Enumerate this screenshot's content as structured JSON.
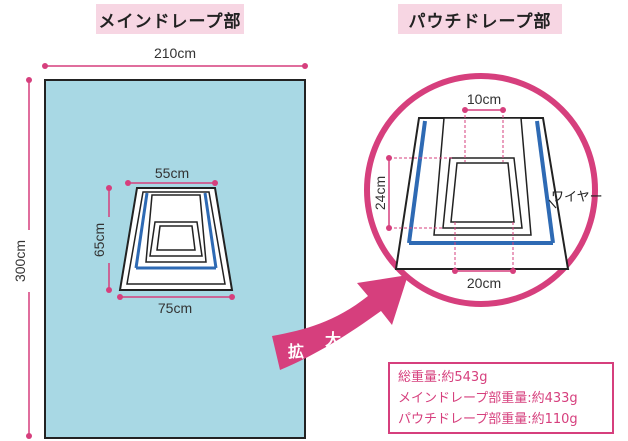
{
  "headers": {
    "main": "メインドレープ部",
    "pouch": "パウチドレープ部"
  },
  "main_drape": {
    "width_label": "210cm",
    "height_label": "300cm",
    "window_top_label": "55cm",
    "window_side_label": "65cm",
    "window_bottom_label": "75cm"
  },
  "pouch_detail": {
    "top_label": "10cm",
    "side_label": "24cm",
    "bottom_label": "20cm",
    "wire_label": "ワイヤー"
  },
  "zoom": {
    "char1": "拡",
    "char2": "大"
  },
  "weights": {
    "total": "総重量:約543g",
    "main": "メインドレープ部重量:約433g",
    "pouch": "パウチドレープ部重量:約110g"
  },
  "colors": {
    "drape": "#a8d8e4",
    "accent": "#d63f7d",
    "wire": "#2e6ab4",
    "header_bg": "#f7d6e3"
  }
}
